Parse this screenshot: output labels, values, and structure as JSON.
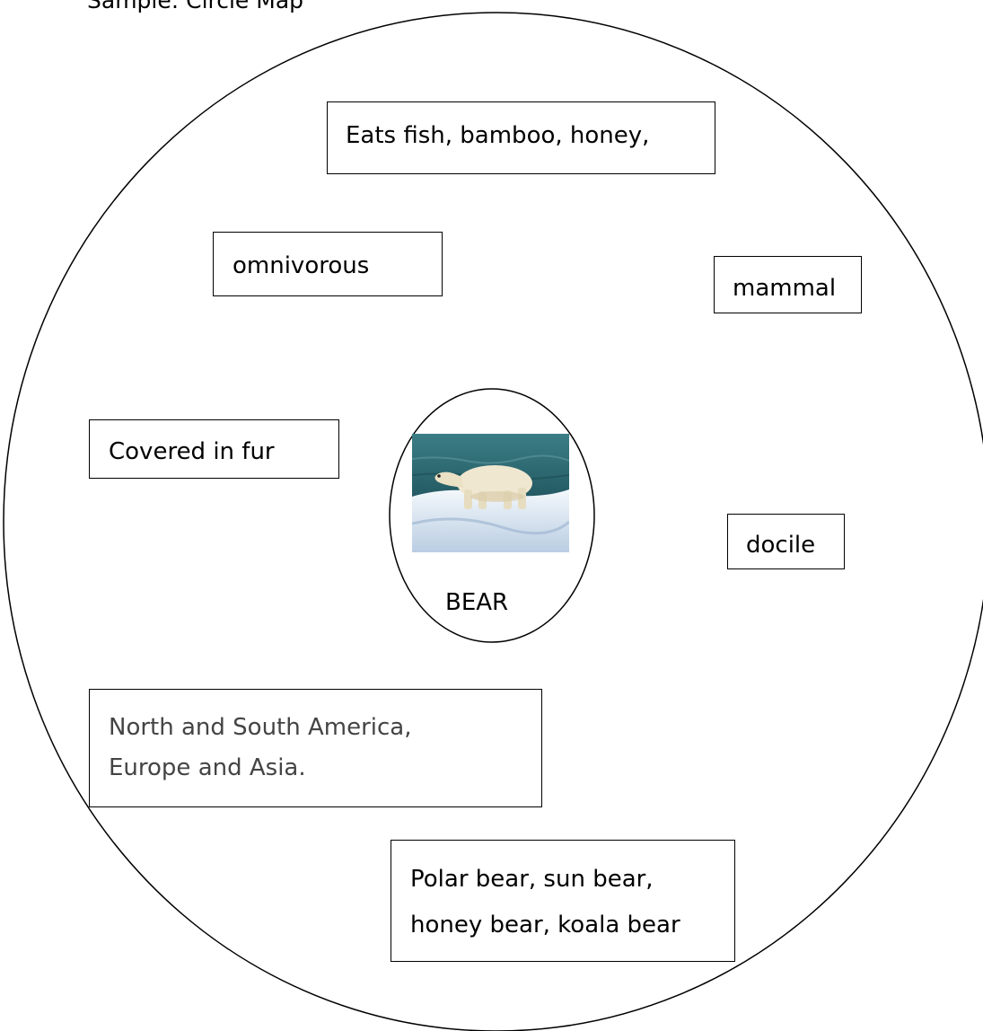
{
  "caption": "Sample: Circle Map",
  "topic": {
    "label": "BEAR",
    "image_icon": "polar-bear-photo"
  },
  "attributes": {
    "food": "Eats fish, bamboo, honey,",
    "diet": "omnivorous",
    "class": "mammal",
    "fur": "Covered in fur",
    "temperament": "docile",
    "range_line1": "North and South America,",
    "range_line2": "Europe and Asia.",
    "species_line1": "Polar bear, sun bear,",
    "species_line2": "honey bear, koala bear"
  },
  "colors": {
    "stroke": "#000000",
    "range_text": "#444444",
    "water": "#2f6f78",
    "snow": "#dbe7f2",
    "bear_fur": "#efe7cf"
  }
}
